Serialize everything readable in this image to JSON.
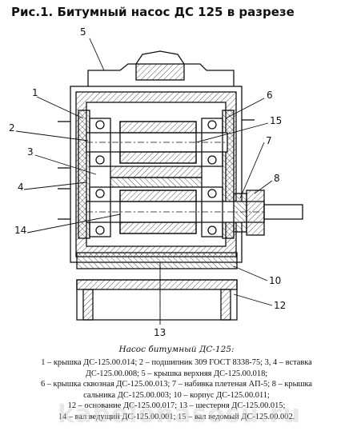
{
  "title": "Рис.1. Битумный насос ДС 125 в разрезе",
  "callouts": {
    "c1": "1",
    "c2": "2",
    "c3": "3",
    "c4": "4",
    "c5": "5",
    "c6": "6",
    "c7": "7",
    "c8": "8",
    "c10": "10",
    "c12": "12",
    "c13": "13",
    "c14": "14",
    "c15": "15"
  },
  "caption": "Насос битумный ДС-125:",
  "legend": {
    "line1": "1 – крышка ДС-125.00.014; 2 – подшипник 309 ГОСТ 8338-75; 3, 4 – вставка",
    "line2": "ДС-125.00.008; 5 – крышка верхняя ДС-125.00.018;",
    "line3": "6 – крышка сквозная ДС-125.00.013; 7 – набивка плетеная АП-5; 8 – крышка",
    "line4": "сальника ДС-125.00.003; 10 – корпус ДС-125.00.011;",
    "line5": "12 – основание ДС-125.00.017; 13 – шестерня ДС-125.00.015;",
    "line6": "14 – вал ведущий ДС-125.00.001; 15 – вал ведомый ДС-125.00.002."
  },
  "watermark": "kabelonasosu.ru",
  "colors": {
    "ink": "#111111",
    "hatch": "#555555",
    "background": "#ffffff"
  }
}
